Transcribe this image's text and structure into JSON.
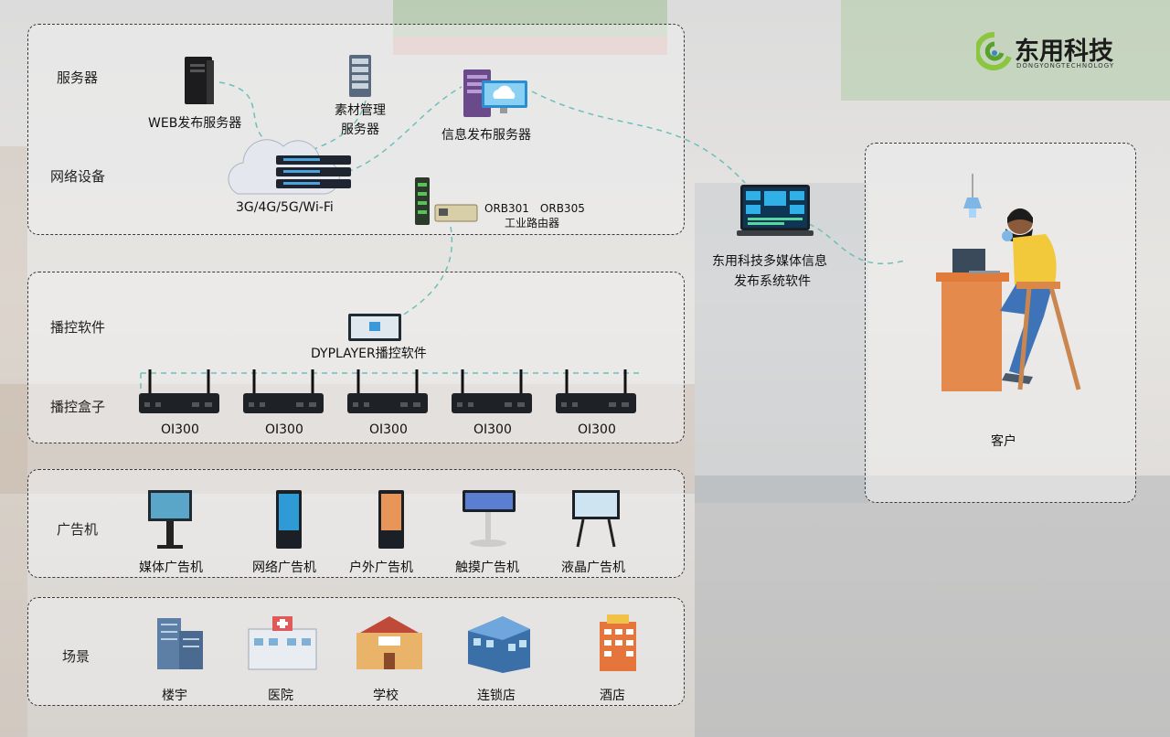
{
  "logo": {
    "name": "东用科技",
    "sub": "DONGYONGTECHNOLOGY"
  },
  "sections": {
    "server": "服务器",
    "network": "网络设备",
    "software": "播控软件",
    "box": "播控盒子",
    "ad": "广告机",
    "scene": "场景"
  },
  "servers": {
    "web": "WEB发布服务器",
    "material_1": "素材管理",
    "material_2": "服务器",
    "info": "信息发布服务器"
  },
  "network": {
    "cloud": "3G/4G/5G/Wi-Fi",
    "router_models": "ORB301　ORB305",
    "router_name": "工业路由器"
  },
  "software": {
    "name": "DYPLAYER播控软件"
  },
  "boxes": [
    "OI300",
    "OI300",
    "OI300",
    "OI300",
    "OI300"
  ],
  "ad_machines": [
    "媒体广告机",
    "网络广告机",
    "户外广告机",
    "触摸广告机",
    "液晶广告机"
  ],
  "scenes": [
    "楼宇",
    "医院",
    "学校",
    "连锁店",
    "酒店"
  ],
  "laptop": {
    "line1": "东用科技多媒体信息",
    "line2": "发布系统软件"
  },
  "client": {
    "label": "客户"
  },
  "colors": {
    "link": "#6fbfb8",
    "accent": "#8cc63f",
    "dark": "#1e2226"
  }
}
